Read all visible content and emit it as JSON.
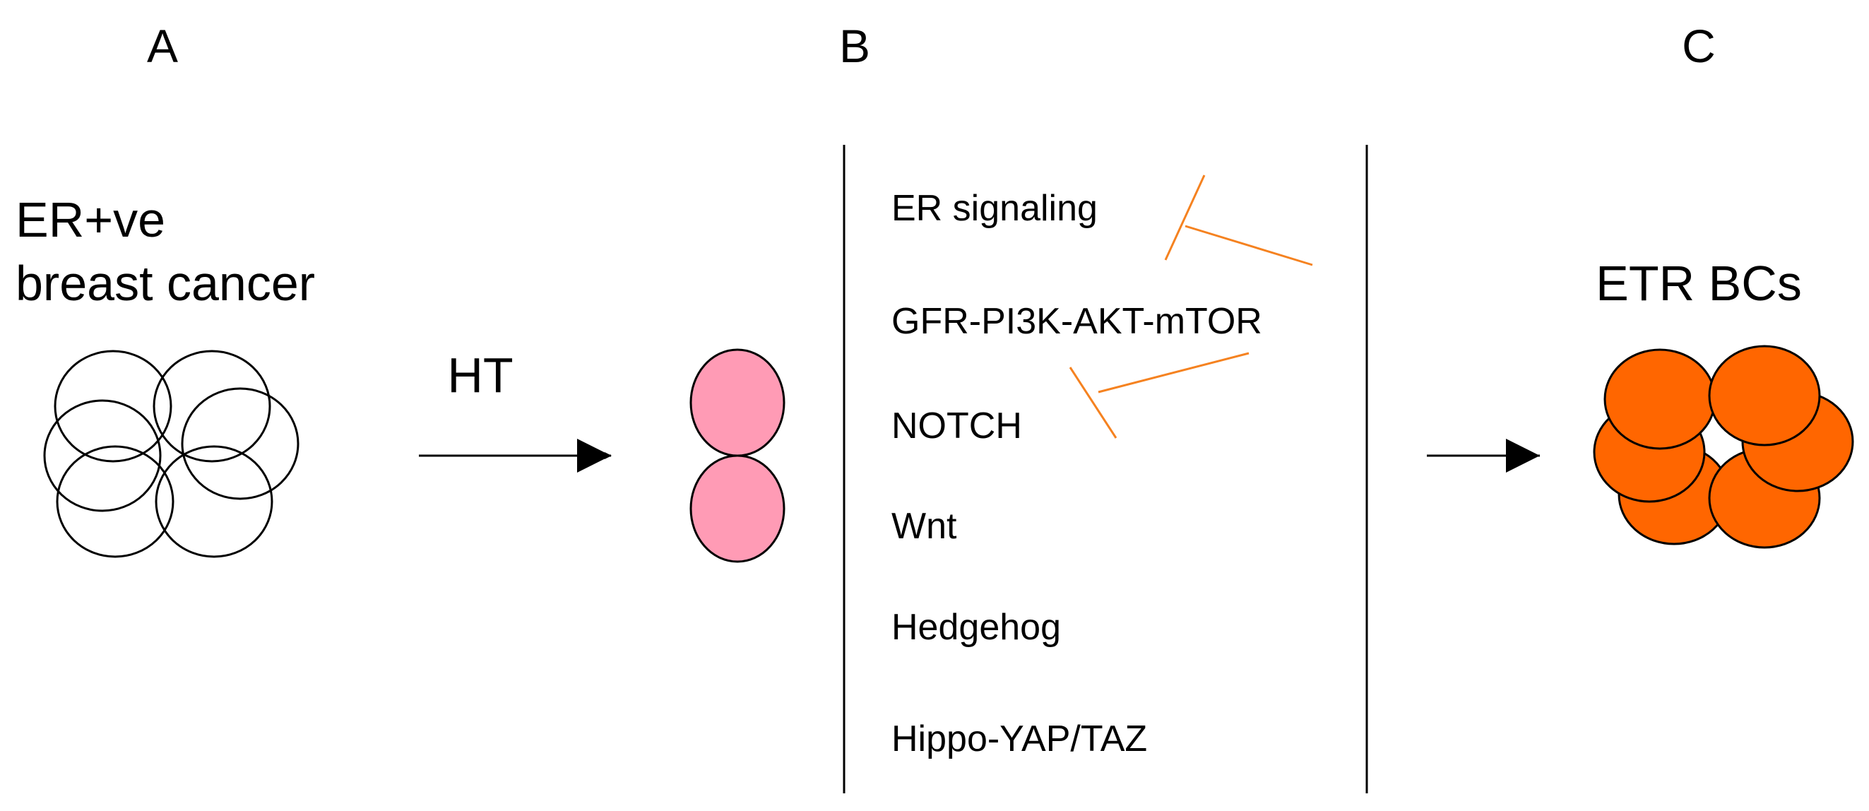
{
  "panels": {
    "a": "A",
    "b": "B",
    "c": "C"
  },
  "panel_a": {
    "title_line1": "ER+ve",
    "title_line2": "breast cancer"
  },
  "arrow_label": "HT",
  "pathways": [
    "ER signaling",
    "GFR-PI3K-AKT-mTOR",
    "NOTCH",
    "Wnt",
    "Hedgehog",
    "Hippo-YAP/TAZ"
  ],
  "panel_c": {
    "title": "ETR BCs"
  },
  "colors": {
    "pink_cell": "#FF9BB5",
    "orange_cell": "#FF6600",
    "inhibition_line": "#F58220",
    "stroke": "#000000"
  }
}
